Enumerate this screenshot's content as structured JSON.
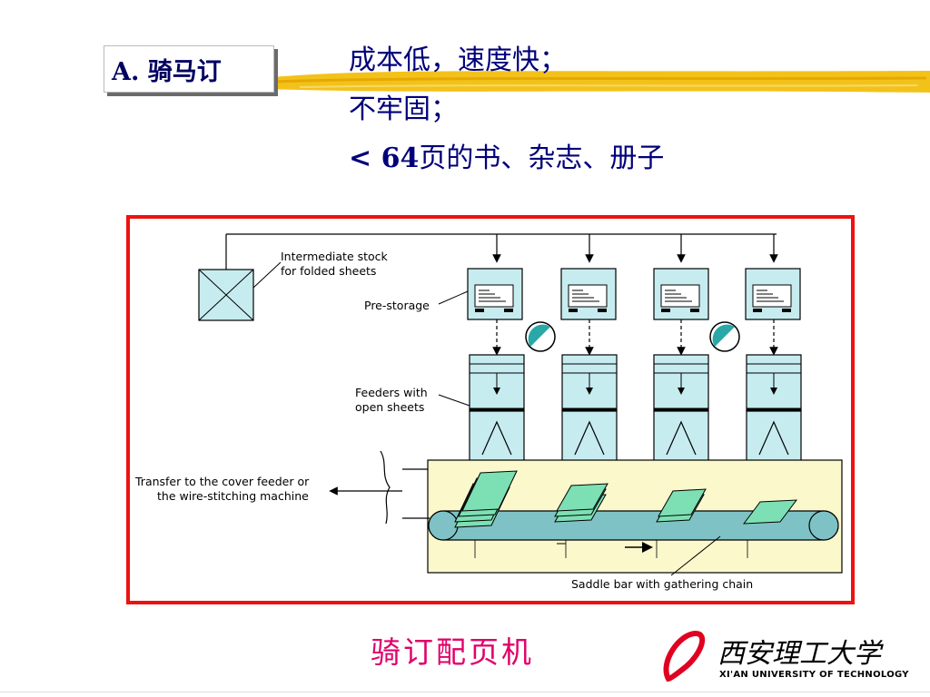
{
  "slide": {
    "title_prefix": "A.",
    "title_text": "骑马订",
    "points": [
      {
        "text": "成本低，速度快；"
      },
      {
        "text": "不牢固；"
      },
      {
        "prefix": "< 64",
        "text": "页的书、杂志、册子"
      }
    ],
    "caption": "骑订配页机"
  },
  "diagram": {
    "labels": {
      "intermediate_stock": [
        "Intermediate stock",
        "for folded sheets"
      ],
      "pre_storage": "Pre-storage",
      "feeders": [
        "Feeders with",
        "open sheets"
      ],
      "transfer": [
        "Transfer to the cover feeder or",
        "the wire-stitching machine"
      ],
      "saddle_bar": "Saddle bar with gathering chain"
    },
    "colors": {
      "frame": "#ee1111",
      "box_fill": "#c6ecef",
      "conveyor_bg": "#fbf8cc",
      "chain_fill": "#7fc2c5",
      "sheet_fill": "#7de0b4",
      "gauge": "#2aa7a7"
    }
  },
  "logo": {
    "chinese": "西安理工大学",
    "english": "XI'AN UNIVERSITY OF TECHNOLOGY"
  }
}
